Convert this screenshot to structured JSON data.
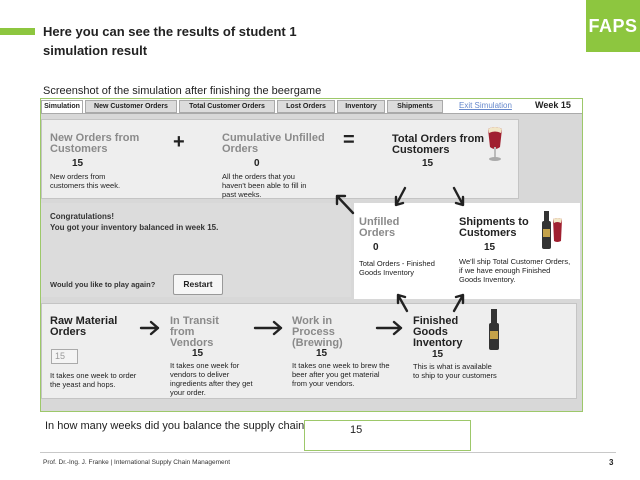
{
  "slide": {
    "title": "Here you can see the results of student 1 simulation result",
    "logo": "FAPS",
    "caption": "Screenshot of the simulation after finishing the beergame",
    "question": "In how many weeks did you balance the supply chain?",
    "answer": "15",
    "footer": "Prof. Dr.-Ing. J. Franke  |  International Supply Chain Management",
    "page_number": "3",
    "accent_color": "#8dc63f"
  },
  "simulation": {
    "tabs": [
      "Simulation",
      "New Customer Orders",
      "Total Customer Orders",
      "Lost Orders",
      "Inventory",
      "Shipments"
    ],
    "active_tab": "Simulation",
    "exit_link": "Exit Simulation",
    "week": "Week 15",
    "new_orders": {
      "title": "New Orders from Customers",
      "value": "15",
      "desc": "New orders from customers this week."
    },
    "plus": "+",
    "cumulative": {
      "title": "Cumulative Unfilled Orders",
      "value": "0",
      "desc": "All the orders that you haven't been able to fill in past weeks."
    },
    "equals": "=",
    "total_orders": {
      "title": "Total Orders from Customers",
      "value": "15"
    },
    "congrats": {
      "line1": "Congratulations!",
      "line2": "You got your inventory balanced in week 15.",
      "play_again": "Would you like to play again?",
      "restart": "Restart"
    },
    "unfilled": {
      "title": "Unfilled Orders",
      "value": "0",
      "desc": "Total Orders - Finished Goods Inventory"
    },
    "shipments": {
      "title": "Shipments to Customers",
      "value": "15",
      "desc": "We'll ship Total Customer Orders, if we have enough Finished Goods Inventory."
    },
    "raw_material": {
      "title": "Raw Material Orders",
      "value": "15",
      "desc": "It takes one week to order the yeast and hops."
    },
    "in_transit": {
      "title": "In Transit from Vendors",
      "value": "15",
      "desc": "It takes one week for vendors to deliver ingredients after they get your order."
    },
    "work_in_process": {
      "title": "Work in Process (Brewing)",
      "value": "15",
      "desc": "It takes one week to brew the beer after you get material from your vendors."
    },
    "finished_goods": {
      "title": "Finished Goods Inventory",
      "value": "15",
      "desc": "This is what is available to ship to your customers"
    }
  }
}
